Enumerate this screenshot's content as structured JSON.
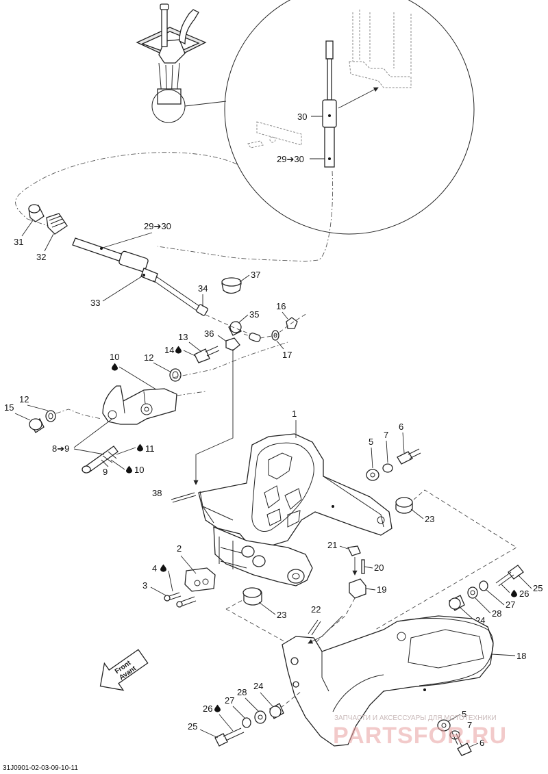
{
  "drawing_code": "31J0901-02-03-09-10-11",
  "front_label": [
    "Front",
    "Avant"
  ],
  "watermark": {
    "tagline": "ЗАПЧАСТИ И АКСЕССУАРЫ ДЛЯ МОТОТЕХНИКИ",
    "brand": "PARTSFOR.RU"
  },
  "callouts": {
    "c1": "1",
    "c2": "2",
    "c3": "3",
    "c4": "4",
    "c5a": "5",
    "c5b": "5",
    "c6a": "6",
    "c6b": "6",
    "c7a": "7",
    "c7b": "7",
    "c8": "8➔9",
    "c9": "9",
    "c10a": "10",
    "c10b": "10",
    "c11": "11",
    "c12a": "12",
    "c12b": "12",
    "c13": "13",
    "c14": "14",
    "c15": "15",
    "c16": "16",
    "c17": "17",
    "c18": "18",
    "c19": "19",
    "c20": "20",
    "c21": "21",
    "c22": "22",
    "c23a": "23",
    "c23b": "23",
    "c24a": "24",
    "c24b": "24",
    "c25a": "25",
    "c25b": "25",
    "c26a": "26",
    "c26b": "26",
    "c27a": "27",
    "c27b": "27",
    "c28a": "28",
    "c28b": "28",
    "c29a": "29➔30",
    "c29b": "29➔30",
    "c30": "30",
    "c31": "31",
    "c32": "32",
    "c33": "33",
    "c34": "34",
    "c35": "35",
    "c36": "36",
    "c37": "37",
    "c38": "38"
  },
  "icons": {
    "drop": "oil-drop-icon",
    "arrow": "front-direction-arrow-icon"
  }
}
